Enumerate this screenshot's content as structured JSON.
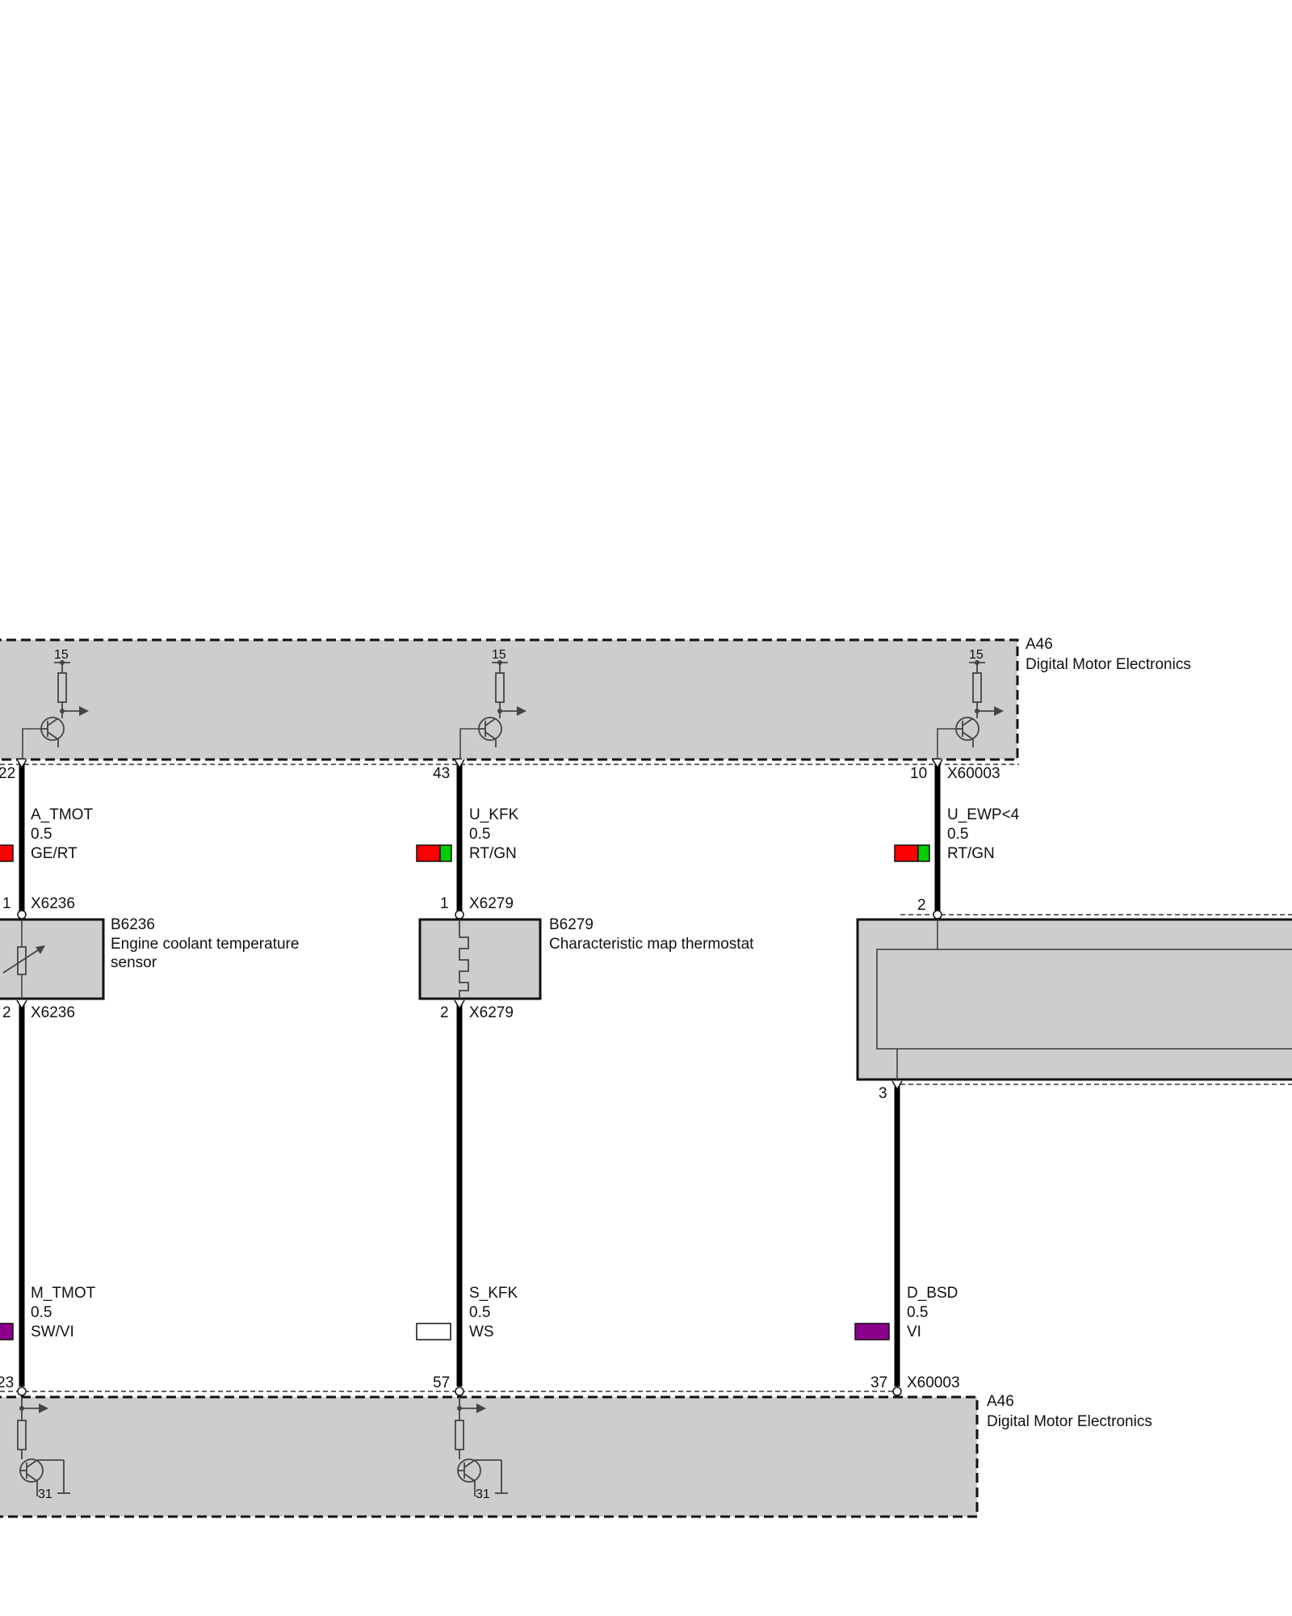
{
  "modules": {
    "top": {
      "code": "A46",
      "name": "Digital Motor Electronics"
    },
    "bottom": {
      "code": "A46",
      "name": "Digital Motor Electronics"
    }
  },
  "supply_terminals": [
    "15",
    "15",
    "15"
  ],
  "ground_terminals": [
    "31",
    "31"
  ],
  "top_pins": [
    {
      "pin": "22",
      "connector": ""
    },
    {
      "pin": "43",
      "connector": ""
    },
    {
      "pin": "10",
      "connector": "X60003"
    }
  ],
  "upper_wires": [
    {
      "signal": "A_TMOT",
      "gauge": "0.5",
      "color_code": "GE/RT",
      "colors": [
        "#ff0000"
      ]
    },
    {
      "signal": "U_KFK",
      "gauge": "0.5",
      "color_code": "RT/GN",
      "colors": [
        "#ff0000",
        "#00cc00"
      ]
    },
    {
      "signal": "U_EWP<4",
      "gauge": "0.5",
      "color_code": "RT/GN",
      "colors": [
        "#ff0000",
        "#00cc00"
      ]
    }
  ],
  "components": [
    {
      "code": "B6236",
      "name_line1": "Engine coolant temperature",
      "name_line2": "sensor",
      "pin_top": "1",
      "connector_top": "X6236",
      "pin_bottom": "2",
      "connector_bottom": "X6236"
    },
    {
      "code": "B6279",
      "name_line1": "Characteristic map thermostat",
      "pin_top": "1",
      "connector_top": "X6279",
      "pin_bottom": "2",
      "connector_bottom": "X6279"
    },
    {
      "pin_top": "2",
      "pin_bottom": "3"
    }
  ],
  "lower_wires": [
    {
      "signal": "M_TMOT",
      "gauge": "0.5",
      "color_code": "SW/VI",
      "colors": [
        "#8b008b"
      ]
    },
    {
      "signal": "S_KFK",
      "gauge": "0.5",
      "color_code": "WS",
      "colors": [
        "#ffffff"
      ]
    },
    {
      "signal": "D_BSD",
      "gauge": "0.5",
      "color_code": "VI",
      "colors": [
        "#8b008b"
      ]
    }
  ],
  "bottom_pins": [
    {
      "pin": "23",
      "connector": ""
    },
    {
      "pin": "57",
      "connector": ""
    },
    {
      "pin": "37",
      "connector": "X60003"
    }
  ]
}
